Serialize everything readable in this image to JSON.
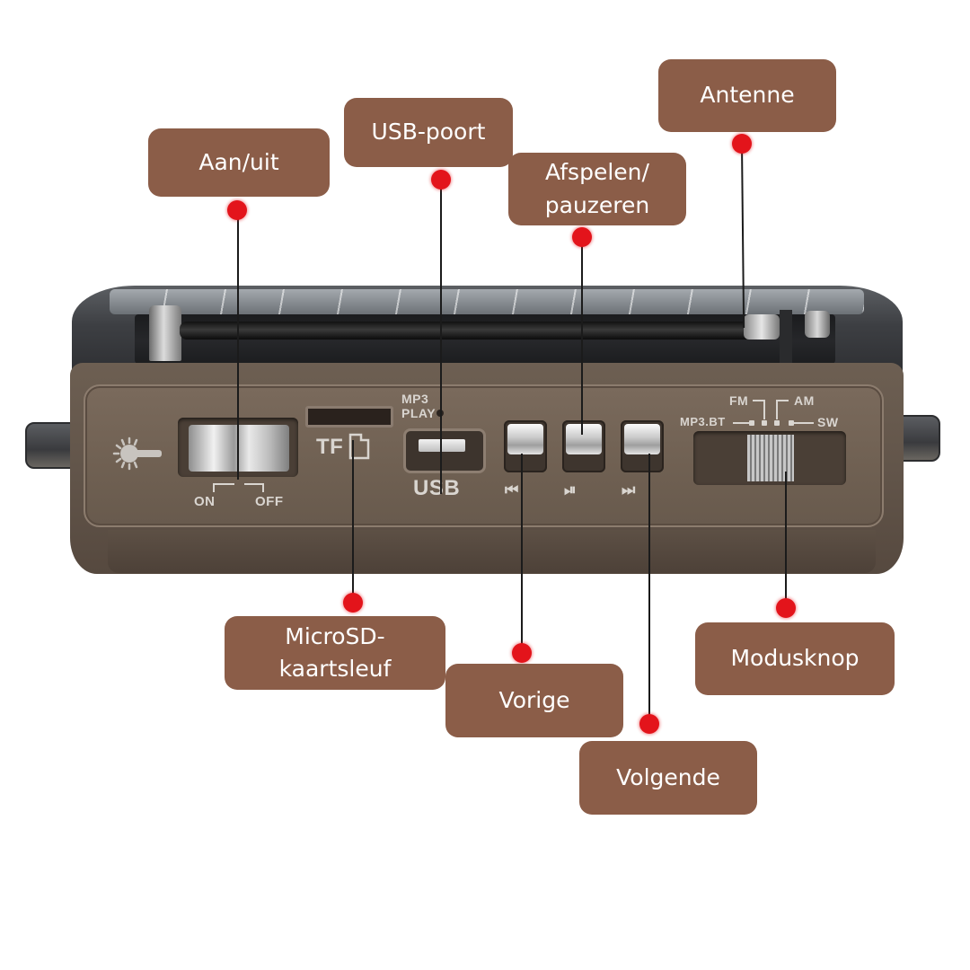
{
  "diagram": {
    "subject": "Portable solar radio – front control panel",
    "colors": {
      "label_background": "#8b5d48",
      "label_text": "#ffffff",
      "pin": "#e3141b",
      "leader_line": "#1b1b1b",
      "panel": "#6f6052",
      "panel_marking": "#d9d5d0"
    },
    "callouts": [
      {
        "id": "power",
        "text": "Aan/uit",
        "target": "power-switch"
      },
      {
        "id": "usb",
        "text": "USB-poort",
        "target": "usb-port"
      },
      {
        "id": "play",
        "text": "Afspelen/\npauzeren",
        "target": "play-pause-button"
      },
      {
        "id": "antenna",
        "text": "Antenne",
        "target": "antenna"
      },
      {
        "id": "microsd",
        "text": "MicroSD-\nkaartsleuf",
        "target": "microsd-slot"
      },
      {
        "id": "prev",
        "text": "Vorige",
        "target": "previous-button"
      },
      {
        "id": "next",
        "text": "Volgende",
        "target": "next-button"
      },
      {
        "id": "mode",
        "text": "Modusknop",
        "target": "mode-switch"
      }
    ]
  },
  "device_markings": {
    "power_on": "ON",
    "power_off": "OFF",
    "tf_label": "TF",
    "mp3_play": "MP3 PLAY",
    "usb_label": "USB",
    "prev_glyph": "⏮",
    "play_glyph": "⏯",
    "next_glyph": "⏭",
    "mode_fm": "FM",
    "mode_am": "AM",
    "mode_mp3bt": "MP3.BT",
    "mode_sw": "SW",
    "light_icon": "flashlight-icon"
  }
}
